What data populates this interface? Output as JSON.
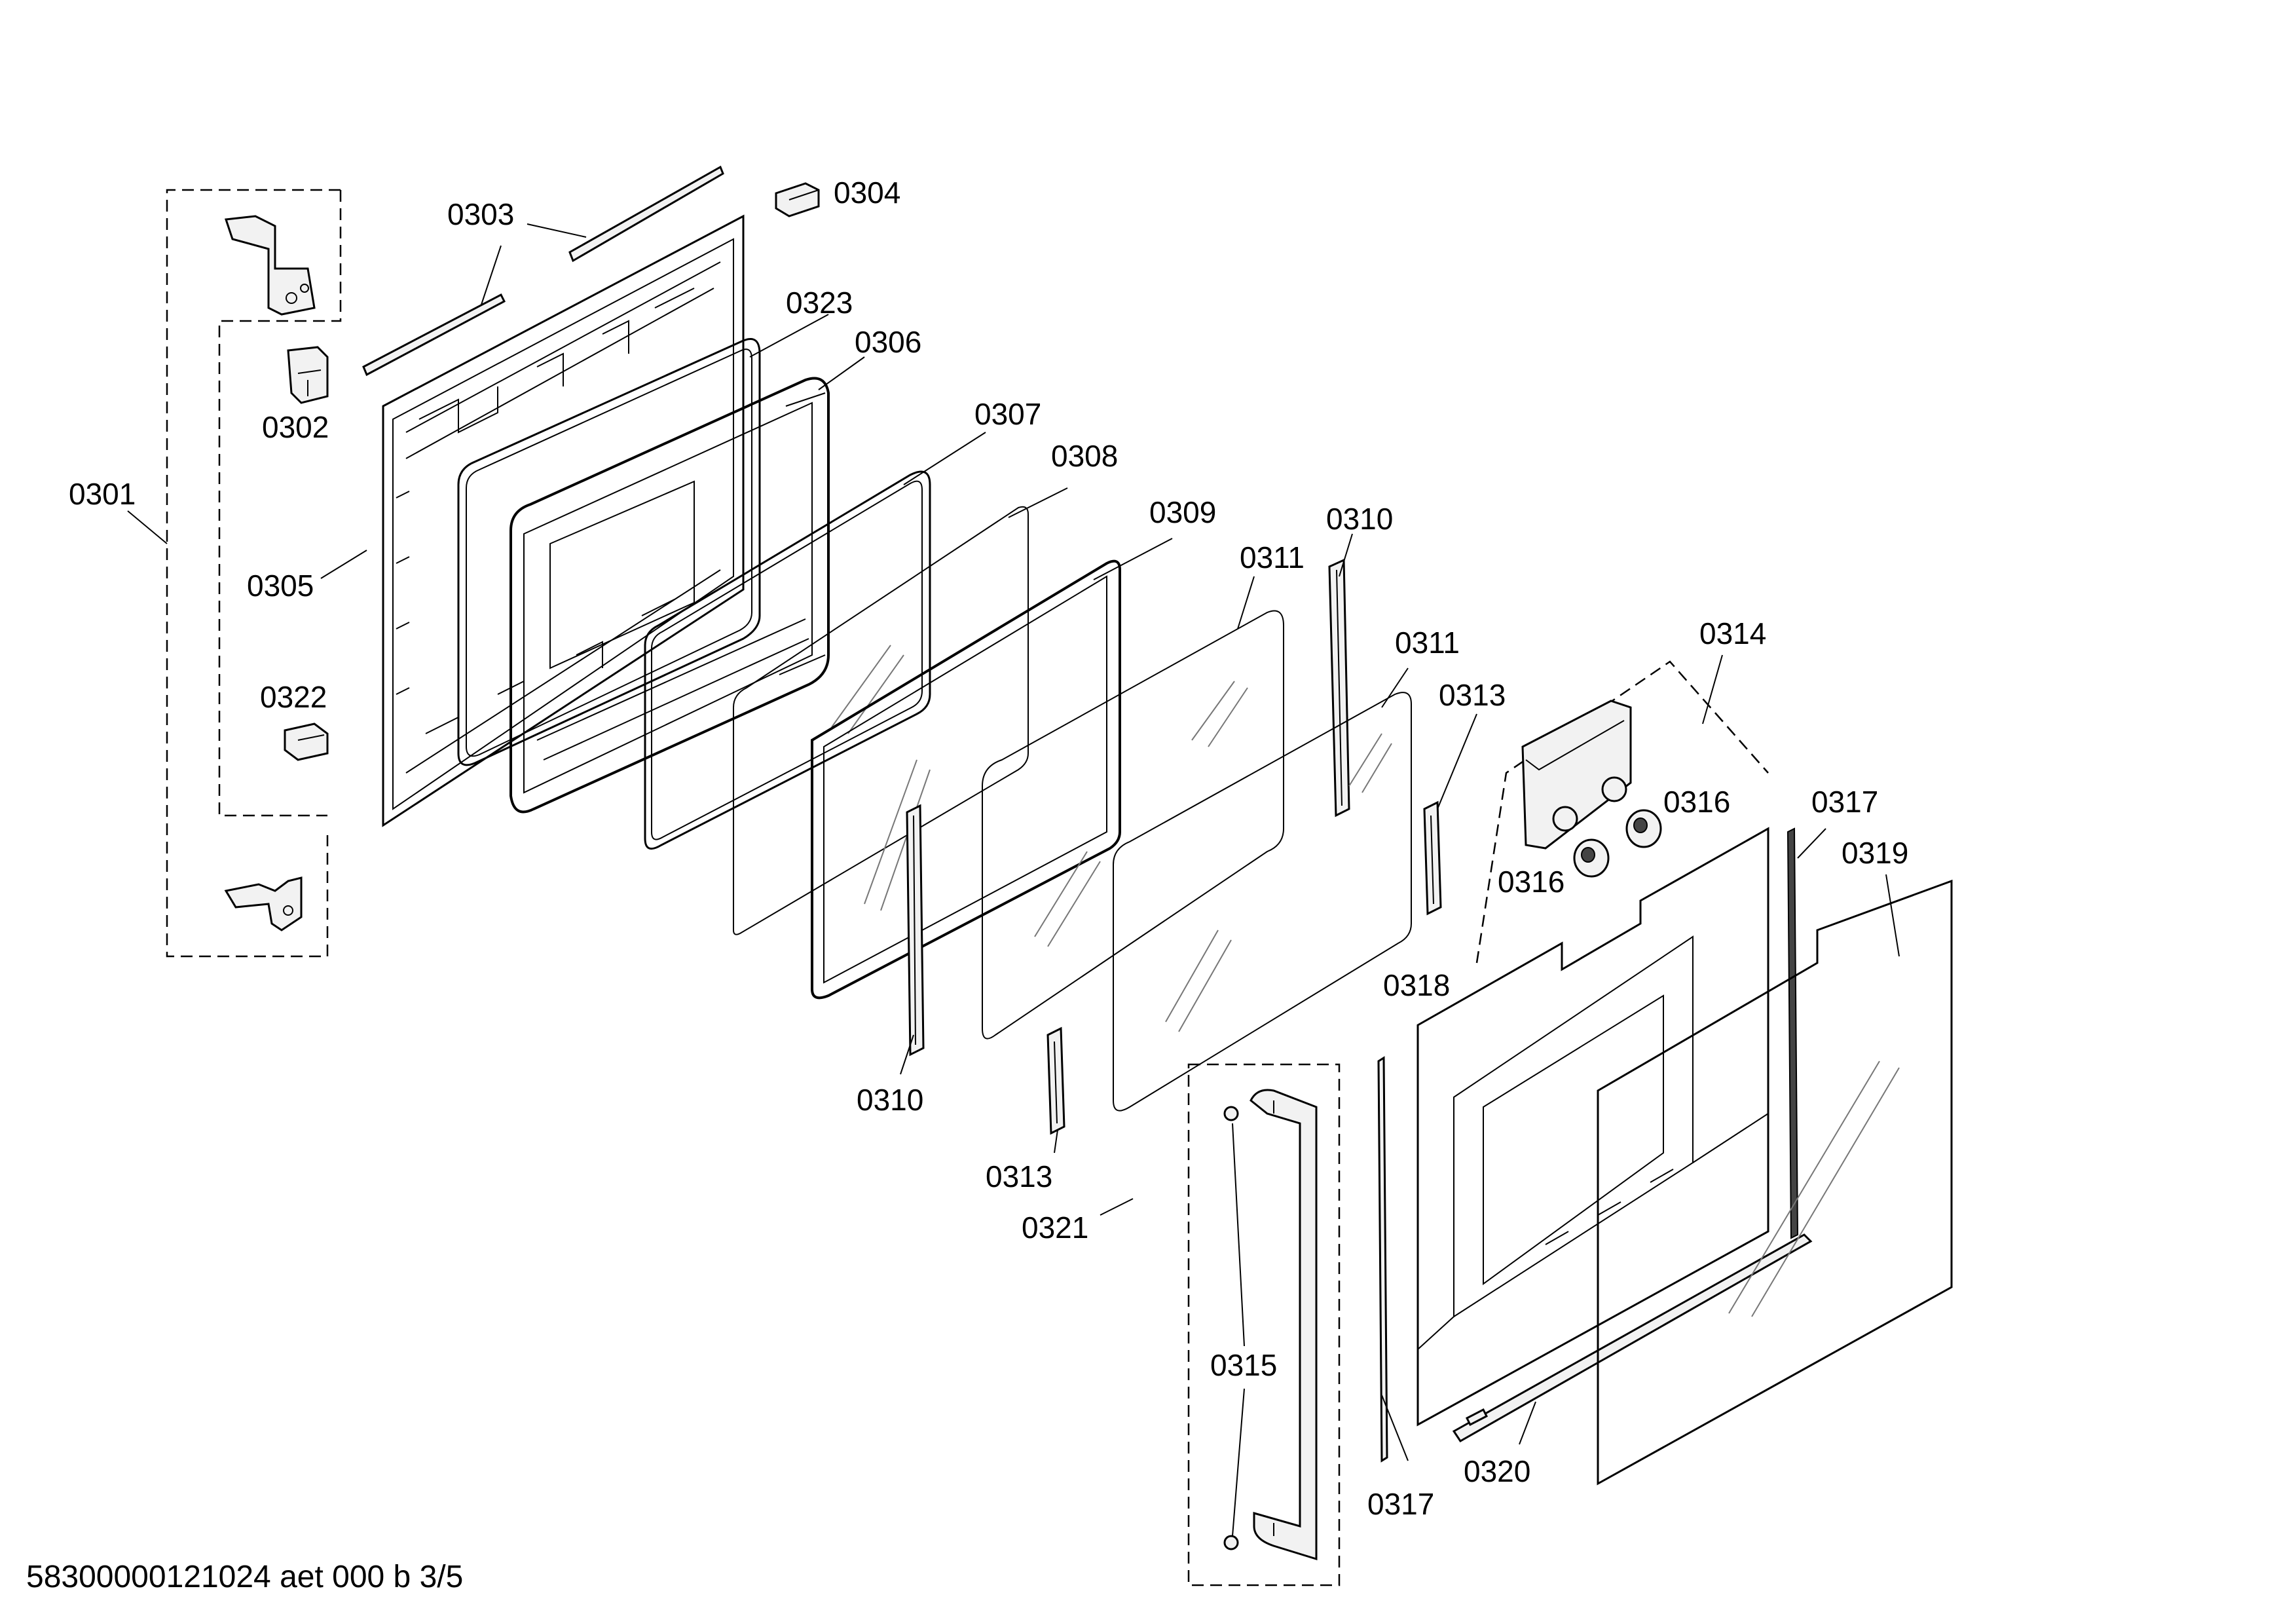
{
  "labels": {
    "p0301": "0301",
    "p0302": "0302",
    "p0303": "0303",
    "p0304": "0304",
    "p0305": "0305",
    "p0306": "0306",
    "p0307": "0307",
    "p0308": "0308",
    "p0309": "0309",
    "p0310a": "0310",
    "p0310b": "0310",
    "p0311a": "0311",
    "p0311b": "0311",
    "p0313a": "0313",
    "p0313b": "0313",
    "p0314": "0314",
    "p0315": "0315",
    "p0316a": "0316",
    "p0316b": "0316",
    "p0317a": "0317",
    "p0317b": "0317",
    "p0318": "0318",
    "p0319": "0319",
    "p0320": "0320",
    "p0321": "0321",
    "p0322": "0322",
    "p0323": "0323"
  },
  "footer": {
    "doc_id": "58300000121024 aet 000 b 3/5"
  }
}
